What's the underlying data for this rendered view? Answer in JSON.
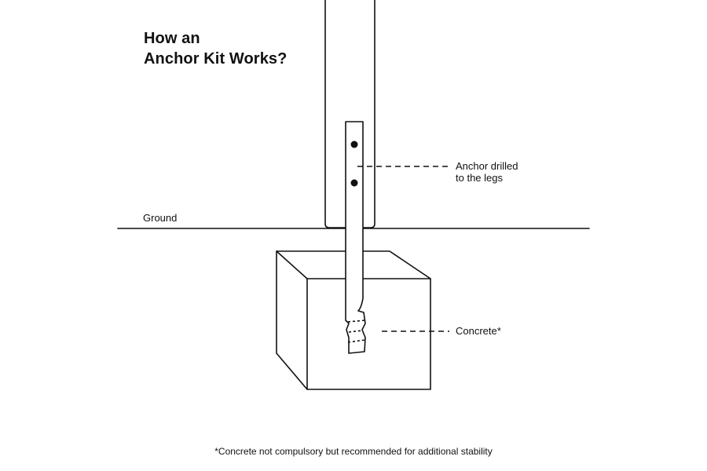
{
  "title": {
    "line1": "How an",
    "line2": "Anchor Kit Works?"
  },
  "labels": {
    "ground": "Ground",
    "anchor_line1": "Anchor drilled",
    "anchor_line2": "to the legs",
    "concrete": "Concrete*"
  },
  "footnote": "*Concrete not compulsory but recommended for additional stability",
  "colors": {
    "stroke": "#111111",
    "background": "#ffffff"
  }
}
